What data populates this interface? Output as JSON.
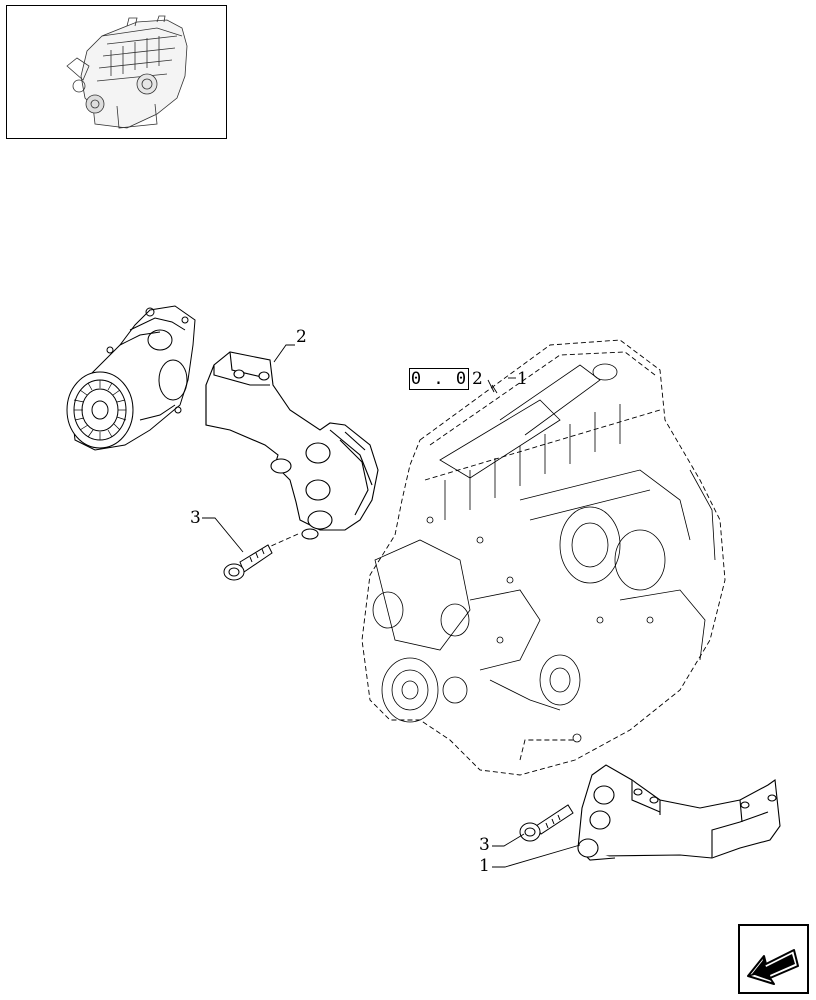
{
  "reference": {
    "box_text": "0 . 0",
    "suffix": "2"
  },
  "callouts": {
    "bracket_upper": "2",
    "screw_upper": "3",
    "engine": "1",
    "screw_lower": "3",
    "bracket_lower": "1"
  },
  "navigation": {
    "icon": "previous-page-arrow-icon"
  }
}
